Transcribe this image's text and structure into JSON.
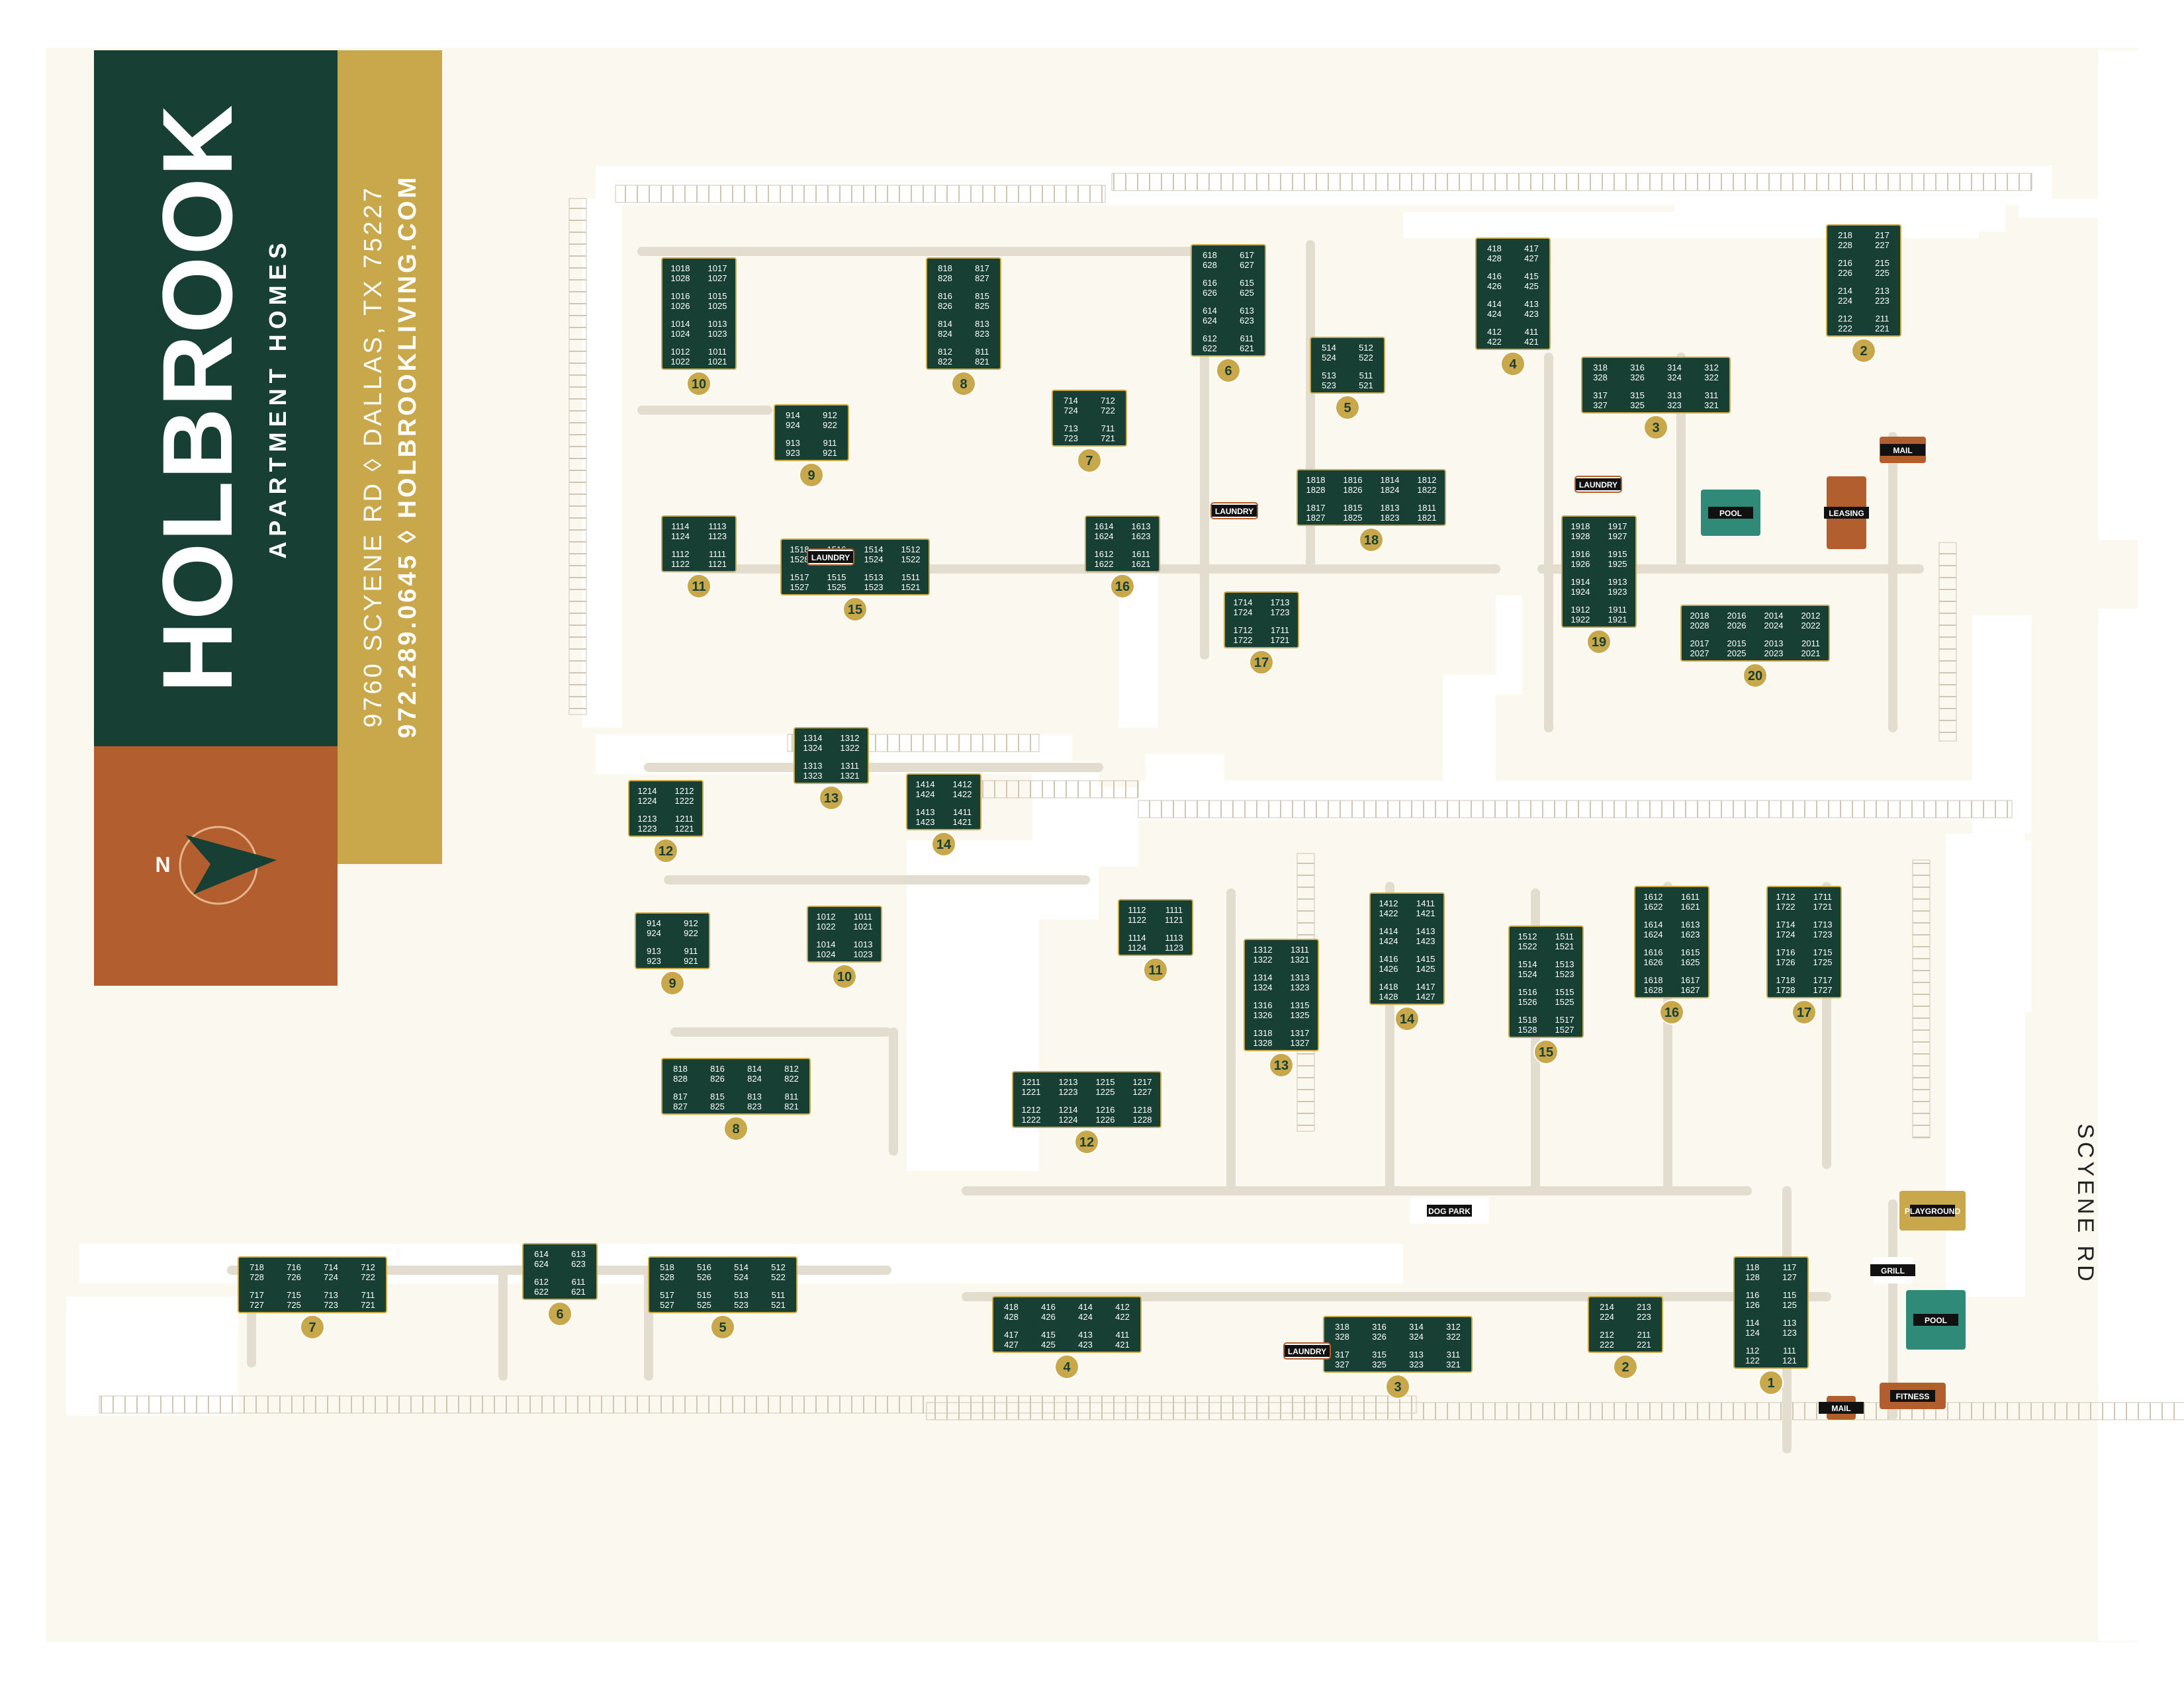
{
  "brand": {
    "name": "HOLBROOK",
    "tagline": "APARTMENT HOMES",
    "address_line": "9760 SCYENE RD  ◊  DALLAS, TX 75227",
    "contact_line": "972.289.0645  ◊  HOLBROOKLIVING.COM",
    "north_label": "N"
  },
  "street_label": "SCYENE RD",
  "colors": {
    "background": "#fbf8f0",
    "road": "#ffffff",
    "parking_line": "#cfc6b4",
    "walkway": "#e3ddcf",
    "building": "#173f33",
    "building_edge": "#c8a84a",
    "banner_green": "#173f33",
    "banner_gold": "#c8a84a",
    "banner_rust": "#b25e2f",
    "badge": "#c8a84a",
    "pool": "#2f8a78",
    "leasing": "#b25e2f"
  },
  "amenities": [
    {
      "label": "POOL",
      "type": "pool"
    },
    {
      "label": "LEASING",
      "type": "leasing"
    },
    {
      "label": "MAIL",
      "type": "mail"
    },
    {
      "label": "LAUNDRY",
      "type": "laundry"
    },
    {
      "label": "LAUNDRY",
      "type": "laundry"
    },
    {
      "label": "LAUNDRY",
      "type": "laundry"
    },
    {
      "label": "LAUNDRY",
      "type": "laundry"
    },
    {
      "label": "DOG PARK",
      "type": "dogpark"
    },
    {
      "label": "PLAYGROUND",
      "type": "playground"
    },
    {
      "label": "GRILL",
      "type": "grill"
    },
    {
      "label": "POOL",
      "type": "pool"
    },
    {
      "label": "FITNESS",
      "type": "fitness"
    },
    {
      "label": "MAIL",
      "type": "mail"
    }
  ],
  "buildings": [
    {
      "number": "10",
      "units": [
        [
          "1018",
          "1028"
        ],
        [
          "1017",
          "1027"
        ],
        [
          "1016",
          "1026"
        ],
        [
          "1015",
          "1025"
        ],
        [
          "1014",
          "1024"
        ],
        [
          "1013",
          "1023"
        ],
        [
          "1012",
          "1022"
        ],
        [
          "1011",
          "1021"
        ]
      ]
    },
    {
      "number": "9",
      "units": [
        [
          "914",
          "924"
        ],
        [
          "912",
          "922"
        ],
        [
          "913",
          "923"
        ],
        [
          "911",
          "921"
        ]
      ]
    },
    {
      "number": "8",
      "units": [
        [
          "818",
          "828"
        ],
        [
          "817",
          "827"
        ],
        [
          "816",
          "826"
        ],
        [
          "815",
          "825"
        ],
        [
          "814",
          "824"
        ],
        [
          "813",
          "823"
        ],
        [
          "812",
          "822"
        ],
        [
          "811",
          "821"
        ]
      ]
    },
    {
      "number": "7",
      "units": [
        [
          "714",
          "724"
        ],
        [
          "712",
          "722"
        ],
        [
          "713",
          "723"
        ],
        [
          "711",
          "721"
        ]
      ]
    },
    {
      "number": "6",
      "units": [
        [
          "618",
          "628"
        ],
        [
          "617",
          "627"
        ],
        [
          "616",
          "626"
        ],
        [
          "615",
          "625"
        ],
        [
          "614",
          "624"
        ],
        [
          "613",
          "623"
        ],
        [
          "612",
          "622"
        ],
        [
          "611",
          "621"
        ]
      ]
    },
    {
      "number": "5",
      "units": [
        [
          "514",
          "524"
        ],
        [
          "512",
          "522"
        ],
        [
          "513",
          "523"
        ],
        [
          "511",
          "521"
        ]
      ]
    },
    {
      "number": "4",
      "units": [
        [
          "418",
          "428"
        ],
        [
          "417",
          "427"
        ],
        [
          "416",
          "426"
        ],
        [
          "415",
          "425"
        ],
        [
          "414",
          "424"
        ],
        [
          "413",
          "423"
        ],
        [
          "412",
          "422"
        ],
        [
          "411",
          "421"
        ]
      ]
    },
    {
      "number": "3",
      "units": [
        [
          "318",
          "328"
        ],
        [
          "316",
          "326"
        ],
        [
          "314",
          "324"
        ],
        [
          "312",
          "322"
        ],
        [
          "317",
          "327"
        ],
        [
          "315",
          "325"
        ],
        [
          "313",
          "323"
        ],
        [
          "311",
          "321"
        ]
      ]
    },
    {
      "number": "2",
      "units": [
        [
          "218",
          "228"
        ],
        [
          "217",
          "227"
        ],
        [
          "216",
          "226"
        ],
        [
          "215",
          "225"
        ],
        [
          "214",
          "224"
        ],
        [
          "213",
          "223"
        ],
        [
          "212",
          "222"
        ],
        [
          "211",
          "221"
        ]
      ]
    },
    {
      "number": "11",
      "units": [
        [
          "1114",
          "1124"
        ],
        [
          "1113",
          "1123"
        ],
        [
          "1112",
          "1122"
        ],
        [
          "1111",
          "1121"
        ]
      ]
    },
    {
      "number": "15",
      "units": [
        [
          "1518",
          "1528"
        ],
        [
          "1516",
          "1526"
        ],
        [
          "1514",
          "1524"
        ],
        [
          "1512",
          "1522"
        ],
        [
          "1517",
          "1527"
        ],
        [
          "1515",
          "1525"
        ],
        [
          "1513",
          "1523"
        ],
        [
          "1511",
          "1521"
        ]
      ]
    },
    {
      "number": "16",
      "units": [
        [
          "1614",
          "1624"
        ],
        [
          "1613",
          "1623"
        ],
        [
          "1612",
          "1622"
        ],
        [
          "1611",
          "1621"
        ]
      ]
    },
    {
      "number": "18",
      "units": [
        [
          "1818",
          "1828"
        ],
        [
          "1816",
          "1826"
        ],
        [
          "1814",
          "1824"
        ],
        [
          "1812",
          "1822"
        ],
        [
          "1817",
          "1827"
        ],
        [
          "1815",
          "1825"
        ],
        [
          "1813",
          "1823"
        ],
        [
          "1811",
          "1821"
        ]
      ]
    },
    {
      "number": "17",
      "units": [
        [
          "1714",
          "1724"
        ],
        [
          "1713",
          "1723"
        ],
        [
          "1712",
          "1722"
        ],
        [
          "1711",
          "1721"
        ]
      ]
    },
    {
      "number": "19",
      "units": [
        [
          "1918",
          "1928"
        ],
        [
          "1917",
          "1927"
        ],
        [
          "1916",
          "1926"
        ],
        [
          "1915",
          "1925"
        ],
        [
          "1914",
          "1924"
        ],
        [
          "1913",
          "1923"
        ],
        [
          "1912",
          "1922"
        ],
        [
          "1911",
          "1921"
        ]
      ]
    },
    {
      "number": "20",
      "units": [
        [
          "2018",
          "2028"
        ],
        [
          "2016",
          "2026"
        ],
        [
          "2014",
          "2024"
        ],
        [
          "2012",
          "2022"
        ],
        [
          "2017",
          "2027"
        ],
        [
          "2015",
          "2025"
        ],
        [
          "2013",
          "2023"
        ],
        [
          "2011",
          "2021"
        ]
      ]
    },
    {
      "number": "12",
      "units": [
        [
          "1214",
          "1224"
        ],
        [
          "1212",
          "1222"
        ],
        [
          "1213",
          "1223"
        ],
        [
          "1211",
          "1221"
        ]
      ]
    },
    {
      "number": "13",
      "units": [
        [
          "1314",
          "1324"
        ],
        [
          "1312",
          "1322"
        ],
        [
          "1313",
          "1323"
        ],
        [
          "1311",
          "1321"
        ]
      ]
    },
    {
      "number": "14",
      "units": [
        [
          "1414",
          "1424"
        ],
        [
          "1412",
          "1422"
        ],
        [
          "1413",
          "1423"
        ],
        [
          "1411",
          "1421"
        ]
      ]
    },
    {
      "number": "9",
      "units": [
        [
          "914",
          "924"
        ],
        [
          "912",
          "922"
        ],
        [
          "913",
          "923"
        ],
        [
          "911",
          "921"
        ]
      ]
    },
    {
      "number": "10",
      "units": [
        [
          "1012",
          "1022"
        ],
        [
          "1011",
          "1021"
        ],
        [
          "1014",
          "1024"
        ],
        [
          "1013",
          "1023"
        ]
      ]
    },
    {
      "number": "8",
      "units": [
        [
          "818",
          "828"
        ],
        [
          "816",
          "826"
        ],
        [
          "814",
          "824"
        ],
        [
          "812",
          "822"
        ],
        [
          "817",
          "827"
        ],
        [
          "815",
          "825"
        ],
        [
          "813",
          "823"
        ],
        [
          "811",
          "821"
        ]
      ]
    },
    {
      "number": "11",
      "units": [
        [
          "1112",
          "1122"
        ],
        [
          "1111",
          "1121"
        ],
        [
          "1114",
          "1124"
        ],
        [
          "1113",
          "1123"
        ]
      ]
    },
    {
      "number": "12",
      "units": [
        [
          "1211",
          "1221"
        ],
        [
          "1213",
          "1223"
        ],
        [
          "1215",
          "1225"
        ],
        [
          "1217",
          "1227"
        ],
        [
          "1212",
          "1222"
        ],
        [
          "1214",
          "1224"
        ],
        [
          "1216",
          "1226"
        ],
        [
          "1218",
          "1228"
        ]
      ]
    },
    {
      "number": "13",
      "units": [
        [
          "1312",
          "1322"
        ],
        [
          "1311",
          "1321"
        ],
        [
          "1314",
          "1324"
        ],
        [
          "1313",
          "1323"
        ],
        [
          "1316",
          "1326"
        ],
        [
          "1315",
          "1325"
        ],
        [
          "1318",
          "1328"
        ],
        [
          "1317",
          "1327"
        ]
      ]
    },
    {
      "number": "14",
      "units": [
        [
          "1412",
          "1422"
        ],
        [
          "1411",
          "1421"
        ],
        [
          "1414",
          "1424"
        ],
        [
          "1413",
          "1423"
        ],
        [
          "1416",
          "1426"
        ],
        [
          "1415",
          "1425"
        ],
        [
          "1418",
          "1428"
        ],
        [
          "1417",
          "1427"
        ]
      ]
    },
    {
      "number": "15",
      "units": [
        [
          "1512",
          "1522"
        ],
        [
          "1511",
          "1521"
        ],
        [
          "1514",
          "1524"
        ],
        [
          "1513",
          "1523"
        ],
        [
          "1516",
          "1526"
        ],
        [
          "1515",
          "1525"
        ],
        [
          "1518",
          "1528"
        ],
        [
          "1517",
          "1527"
        ]
      ]
    },
    {
      "number": "16",
      "units": [
        [
          "1612",
          "1622"
        ],
        [
          "1611",
          "1621"
        ],
        [
          "1614",
          "1624"
        ],
        [
          "1613",
          "1623"
        ],
        [
          "1616",
          "1626"
        ],
        [
          "1615",
          "1625"
        ],
        [
          "1618",
          "1628"
        ],
        [
          "1617",
          "1627"
        ]
      ]
    },
    {
      "number": "17",
      "units": [
        [
          "1712",
          "1722"
        ],
        [
          "1711",
          "1721"
        ],
        [
          "1714",
          "1724"
        ],
        [
          "1713",
          "1723"
        ],
        [
          "1716",
          "1726"
        ],
        [
          "1715",
          "1725"
        ],
        [
          "1718",
          "1728"
        ],
        [
          "1717",
          "1727"
        ]
      ]
    },
    {
      "number": "7",
      "units": [
        [
          "718",
          "728"
        ],
        [
          "716",
          "726"
        ],
        [
          "714",
          "724"
        ],
        [
          "712",
          "722"
        ],
        [
          "717",
          "727"
        ],
        [
          "715",
          "725"
        ],
        [
          "713",
          "723"
        ],
        [
          "711",
          "721"
        ]
      ]
    },
    {
      "number": "6",
      "units": [
        [
          "614",
          "624"
        ],
        [
          "613",
          "623"
        ],
        [
          "612",
          "622"
        ],
        [
          "611",
          "621"
        ]
      ]
    },
    {
      "number": "5",
      "units": [
        [
          "518",
          "528"
        ],
        [
          "516",
          "526"
        ],
        [
          "514",
          "524"
        ],
        [
          "512",
          "522"
        ],
        [
          "517",
          "527"
        ],
        [
          "515",
          "525"
        ],
        [
          "513",
          "523"
        ],
        [
          "511",
          "521"
        ]
      ]
    },
    {
      "number": "4",
      "units": [
        [
          "418",
          "428"
        ],
        [
          "416",
          "426"
        ],
        [
          "414",
          "424"
        ],
        [
          "412",
          "422"
        ],
        [
          "417",
          "427"
        ],
        [
          "415",
          "425"
        ],
        [
          "413",
          "423"
        ],
        [
          "411",
          "421"
        ]
      ]
    },
    {
      "number": "3",
      "units": [
        [
          "318",
          "328"
        ],
        [
          "316",
          "326"
        ],
        [
          "314",
          "324"
        ],
        [
          "312",
          "322"
        ],
        [
          "317",
          "327"
        ],
        [
          "315",
          "325"
        ],
        [
          "313",
          "323"
        ],
        [
          "311",
          "321"
        ]
      ]
    },
    {
      "number": "2",
      "units": [
        [
          "214",
          "224"
        ],
        [
          "213",
          "223"
        ],
        [
          "212",
          "222"
        ],
        [
          "211",
          "221"
        ]
      ]
    },
    {
      "number": "1",
      "units": [
        [
          "118",
          "128"
        ],
        [
          "117",
          "127"
        ],
        [
          "116",
          "126"
        ],
        [
          "115",
          "125"
        ],
        [
          "114",
          "124"
        ],
        [
          "113",
          "123"
        ],
        [
          "112",
          "122"
        ],
        [
          "111",
          "121"
        ]
      ]
    }
  ]
}
